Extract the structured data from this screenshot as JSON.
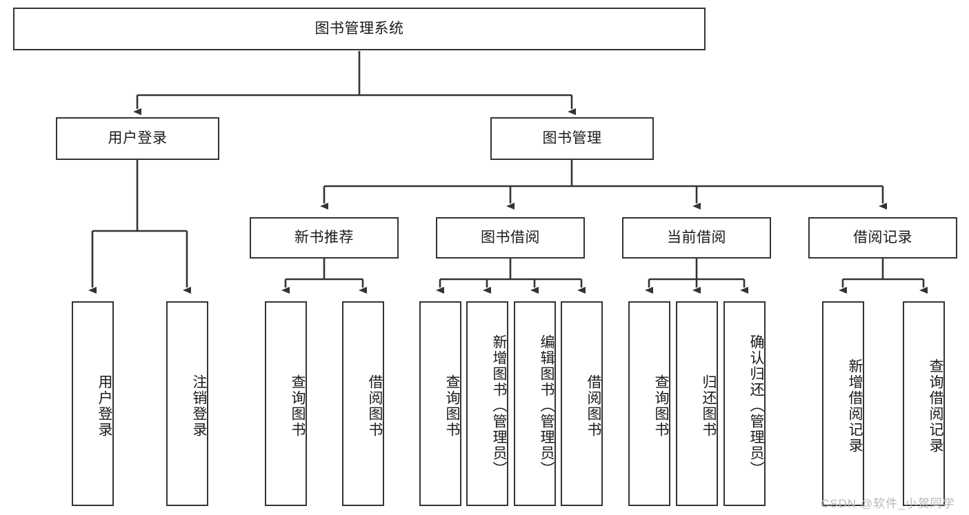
{
  "diagram": {
    "title": "图书管理系统",
    "type": "tree-hierarchy-chart",
    "root": {
      "label": "图书管理系统"
    },
    "level2": [
      {
        "label": "用户登录"
      },
      {
        "label": "图书管理"
      }
    ],
    "level3": [
      {
        "label": "新书推荐"
      },
      {
        "label": "图书借阅"
      },
      {
        "label": "当前借阅"
      },
      {
        "label": "借阅记录"
      }
    ],
    "leaves": {
      "user_login": [
        {
          "label": "用户登录"
        },
        {
          "label": "注销登录"
        }
      ],
      "new_book_recommend": [
        {
          "label": "查询图书"
        },
        {
          "label": "借阅图书"
        }
      ],
      "book_borrow": [
        {
          "label": "查询图书"
        },
        {
          "label": "新增图书（管理员）"
        },
        {
          "label": "编辑图书（管理员）"
        },
        {
          "label": "借阅图书"
        }
      ],
      "current_borrow": [
        {
          "label": "查询图书"
        },
        {
          "label": "归还图书"
        },
        {
          "label": "确认归还（管理员）"
        }
      ],
      "borrow_record": [
        {
          "label": "新增借阅记录"
        },
        {
          "label": "查询借阅记录"
        }
      ]
    }
  },
  "watermark": {
    "text": "CSDN @软件_小贺同学"
  },
  "colors": {
    "stroke": "#333333",
    "box_fill": "#ffffff",
    "text": "#1a1a1a",
    "watermark": "#b9b9b9"
  }
}
